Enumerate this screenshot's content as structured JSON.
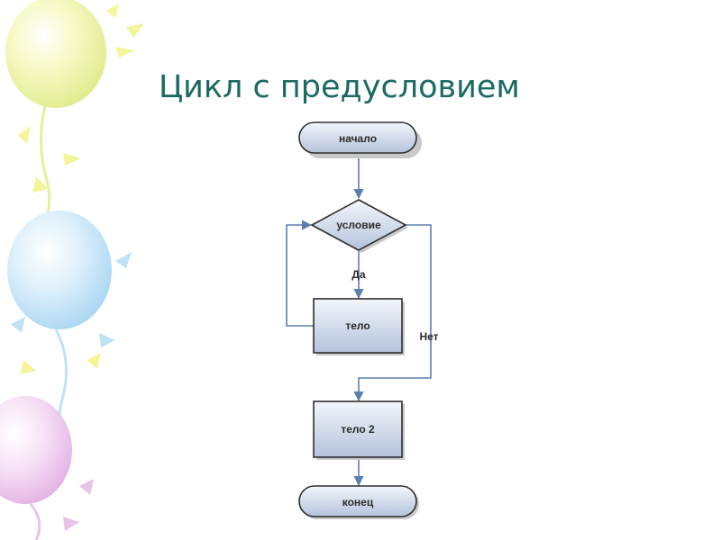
{
  "slide": {
    "title": "Цикл с предусловием"
  },
  "flowchart": {
    "nodes": {
      "start": "начало",
      "condition": "условие",
      "body": "тело",
      "body2": "тело 2",
      "end": "конец"
    },
    "edges": {
      "yes": "Да",
      "no": "Нет"
    }
  },
  "colors": {
    "title": "#1b6a62",
    "node_fill_top": "#f3f6fb",
    "node_fill_bottom": "#b4c3dc",
    "node_border": "#2e2e2e",
    "connector": "#5b7fae"
  }
}
